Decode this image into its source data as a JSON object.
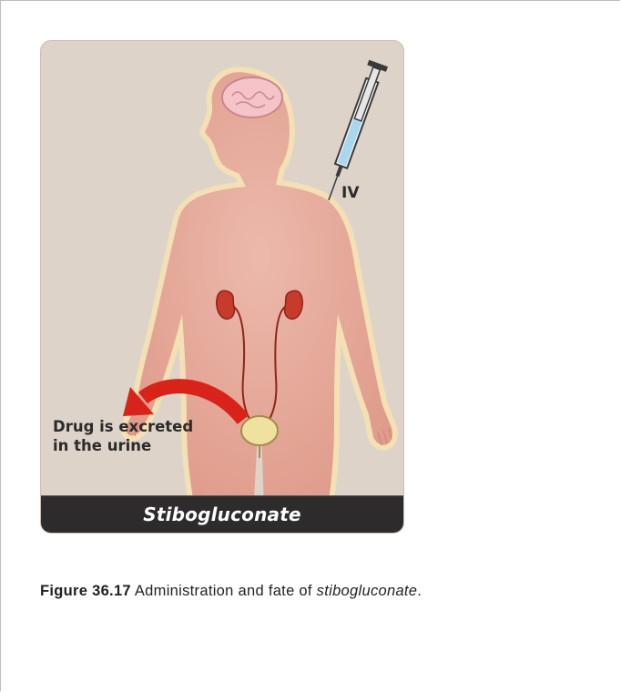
{
  "figure": {
    "iv_label": "IV",
    "excretion_label": [
      "Drug is excreted",
      "in the urine"
    ],
    "drug_name": "Stibogluconate"
  },
  "caption": {
    "number": "Figure 36.17",
    "text": " Administration and fate of ",
    "drug_italic": "stibogluconate",
    "end": "."
  },
  "colors": {
    "card_background": "#ddd3c9",
    "body_fill": "#e7a99a",
    "body_glow": "#f3e0b5",
    "kidney": "#c73b2c",
    "arrow": "#d8231a",
    "banner": "#2d2b2b",
    "syringe_fluid": "#a9d8ee"
  }
}
